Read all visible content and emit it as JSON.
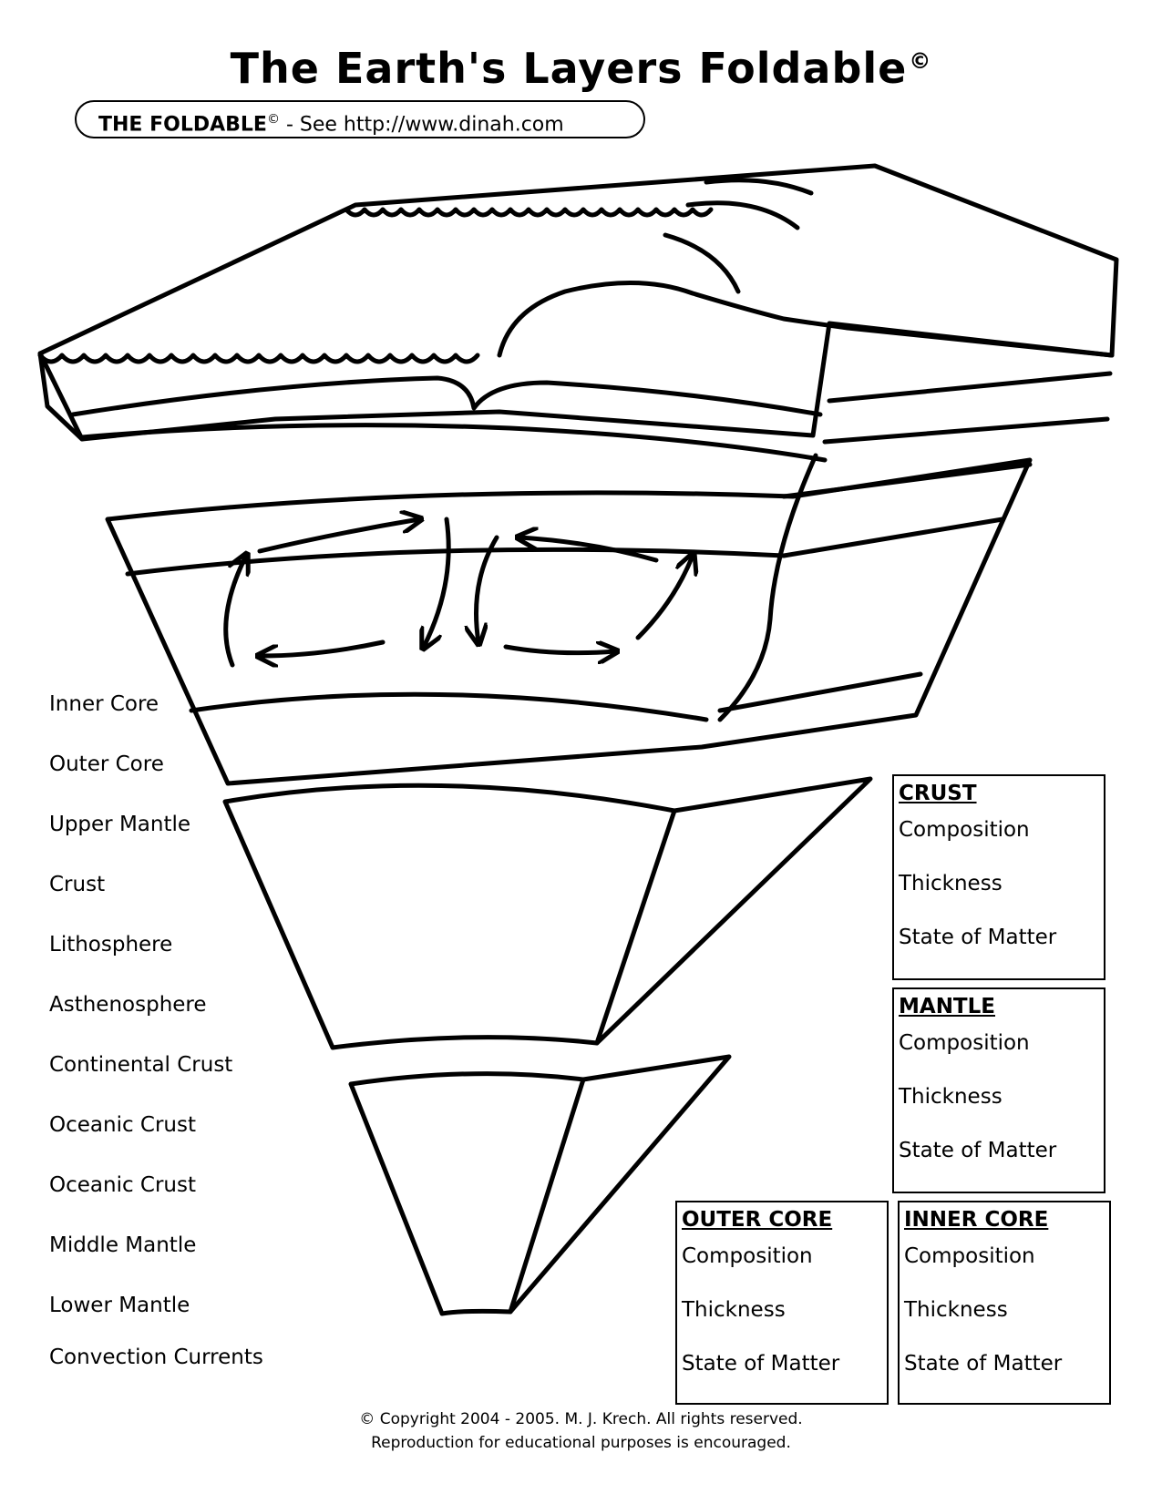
{
  "title": {
    "text": "The Earth's Layers Foldable",
    "mark": "©"
  },
  "foldable_pill": {
    "bold": "THE FOLDABLE",
    "mark": "©",
    "rest": " - See http://www.dinah.com"
  },
  "word_bank": [
    "Inner Core",
    "Outer Core",
    "Upper Mantle",
    "Crust",
    "Lithosphere",
    "Asthenosphere",
    "Continental Crust",
    "Oceanic Crust",
    "Oceanic Crust",
    "Middle Mantle",
    "Lower Mantle",
    "Convection Currents"
  ],
  "boxes": {
    "crust": {
      "heading": "CRUST",
      "lines": [
        "Composition",
        "Thickness",
        "State of Matter"
      ]
    },
    "mantle": {
      "heading": "MANTLE",
      "lines": [
        "Composition",
        "Thickness",
        "State of Matter"
      ]
    },
    "outer_core": {
      "heading": "OUTER CORE",
      "lines": [
        "Composition",
        "Thickness",
        "State of Matter"
      ]
    },
    "inner_core": {
      "heading": "INNER CORE",
      "lines": [
        "Composition",
        "Thickness",
        "State of Matter"
      ]
    }
  },
  "copyright": {
    "line1": "© Copyright 2004 - 2005.  M. J. Krech. All rights reserved.",
    "line2": "Reproduction for educational purposes is encouraged."
  }
}
